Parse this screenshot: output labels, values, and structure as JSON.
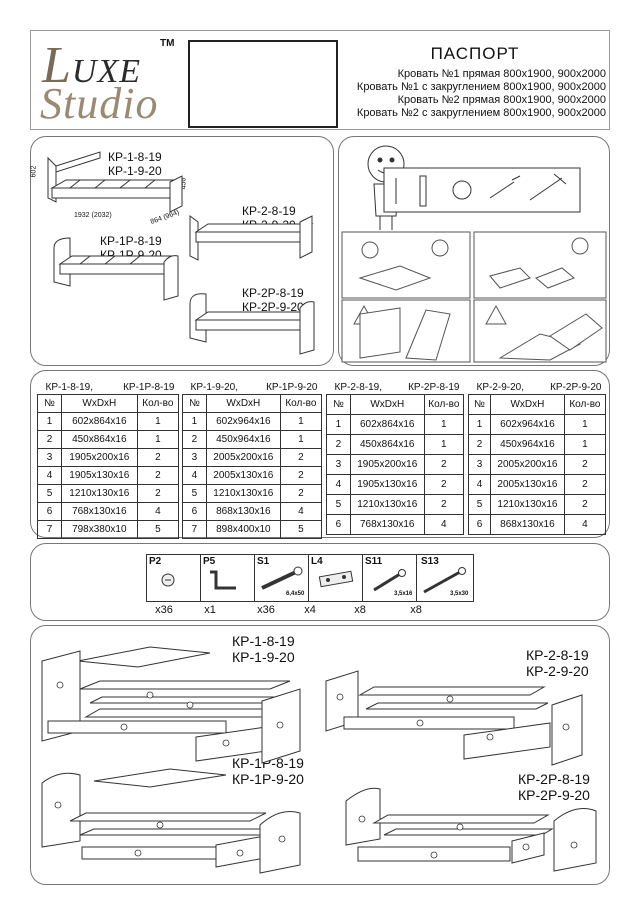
{
  "logo": {
    "brand_top": "LUXE",
    "brand_bottom": "Studio",
    "trademark": "TM"
  },
  "header": {
    "title": "ПАСПОРТ",
    "lines": [
      "Кровать №1 прямая 800x1900, 900x2000",
      "Кровать №1 с закруглением 800x1900, 900x2000",
      "Кровать №2 прямая 800x1900, 900x2000",
      "Кровать №2 с закруглением 800x1900, 900x2000"
    ]
  },
  "overview": {
    "models": [
      {
        "codes": [
          "КР-1-8-19",
          "КР-1-9-20"
        ]
      },
      {
        "codes": [
          "КР-2-8-19",
          "КР-2-9-20"
        ]
      },
      {
        "codes": [
          "КР-1Р-8-19",
          "КР-1Р-9-20"
        ]
      },
      {
        "codes": [
          "КР-2Р-8-19",
          "КР-2Р-9-20"
        ]
      }
    ],
    "dims": {
      "height": "602",
      "side": "450",
      "length": "1932 (2032)",
      "width": "864 (964)"
    }
  },
  "tables": [
    {
      "caption_left": "КР-1-8-19,",
      "caption_right": "КР-1Р-8-19",
      "headers": [
        "№",
        "WxDxH",
        "Кол-во"
      ],
      "rows": [
        [
          "1",
          "602x864x16",
          "1"
        ],
        [
          "2",
          "450x864x16",
          "1"
        ],
        [
          "3",
          "1905x200x16",
          "2"
        ],
        [
          "4",
          "1905x130x16",
          "2"
        ],
        [
          "5",
          "1210x130x16",
          "2"
        ],
        [
          "6",
          "768x130x16",
          "4"
        ],
        [
          "7",
          "798x380x10",
          "5"
        ]
      ]
    },
    {
      "caption_left": "КР-1-9-20,",
      "caption_right": "КР-1Р-9-20",
      "headers": [
        "№",
        "WxDxH",
        "Кол-во"
      ],
      "rows": [
        [
          "1",
          "602x964x16",
          "1"
        ],
        [
          "2",
          "450x964x16",
          "1"
        ],
        [
          "3",
          "2005x200x16",
          "2"
        ],
        [
          "4",
          "2005x130x16",
          "2"
        ],
        [
          "5",
          "1210x130x16",
          "2"
        ],
        [
          "6",
          "868x130x16",
          "4"
        ],
        [
          "7",
          "898x400x10",
          "5"
        ]
      ]
    },
    {
      "caption_left": "КР-2-8-19,",
      "caption_right": "КР-2Р-8-19",
      "headers": [
        "№",
        "WxDxH",
        "Кол-во"
      ],
      "rows": [
        [
          "1",
          "602x864x16",
          "1"
        ],
        [
          "2",
          "450x864x16",
          "1"
        ],
        [
          "3",
          "1905x200x16",
          "2"
        ],
        [
          "4",
          "1905x130x16",
          "2"
        ],
        [
          "5",
          "1210x130x16",
          "2"
        ],
        [
          "6",
          "768x130x16",
          "4"
        ]
      ]
    },
    {
      "caption_left": "КР-2-9-20,",
      "caption_right": "КР-2Р-9-20",
      "headers": [
        "№",
        "WxDxH",
        "Кол-во"
      ],
      "rows": [
        [
          "1",
          "602x964x16",
          "1"
        ],
        [
          "2",
          "450x964x16",
          "1"
        ],
        [
          "3",
          "2005x200x16",
          "2"
        ],
        [
          "4",
          "2005x130x16",
          "2"
        ],
        [
          "5",
          "1210x130x16",
          "2"
        ],
        [
          "6",
          "868x130x16",
          "4"
        ]
      ]
    }
  ],
  "hardware": [
    {
      "code": "P2",
      "size": "",
      "qty": "x36",
      "icon": "cam-disc-icon"
    },
    {
      "code": "P5",
      "size": "",
      "qty": "x1",
      "icon": "hex-key-icon"
    },
    {
      "code": "S1",
      "size": "6,4x50",
      "qty": "x36",
      "icon": "confirmat-screw-icon"
    },
    {
      "code": "L4",
      "size": "",
      "qty": "x4",
      "icon": "plate-connector-icon"
    },
    {
      "code": "S11",
      "size": "3,5x16",
      "qty": "x8",
      "icon": "short-screw-icon"
    },
    {
      "code": "S13",
      "size": "3,5x30",
      "qty": "x8",
      "icon": "long-screw-icon"
    }
  ],
  "assembly": {
    "models": [
      {
        "codes": [
          "КР-1-8-19",
          "КР-1-9-20"
        ]
      },
      {
        "codes": [
          "КР-2-8-19",
          "КР-2-9-20"
        ]
      },
      {
        "codes": [
          "КР-1Р-8-19",
          "КР-1Р-9-20"
        ]
      },
      {
        "codes": [
          "КР-2Р-8-19",
          "КР-2Р-9-20"
        ]
      }
    ]
  }
}
